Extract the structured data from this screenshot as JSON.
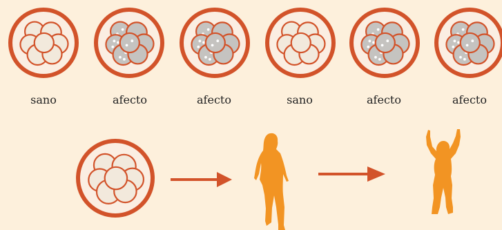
{
  "colors": {
    "background": "#fdf0dc",
    "membrane": "#d2532a",
    "cell_outline": "#d2532a",
    "healthy_cell_fill": "#f2e9dc",
    "affected_cell_fill": "#c5c3c0",
    "dot_color": "#ffffff",
    "arrow": "#d2532a",
    "figure": "#f29423",
    "label_text": "#222222"
  },
  "embryos": [
    {
      "status": "healthy",
      "label": "sano"
    },
    {
      "status": "affected",
      "label": "afecto"
    },
    {
      "status": "affected",
      "label": "afecto"
    },
    {
      "status": "healthy",
      "label": "sano"
    },
    {
      "status": "affected",
      "label": "afecto"
    },
    {
      "status": "affected",
      "label": "afecto"
    }
  ],
  "progression": {
    "stages": [
      "embryo-healthy",
      "woman-silhouette",
      "child-silhouette"
    ]
  }
}
